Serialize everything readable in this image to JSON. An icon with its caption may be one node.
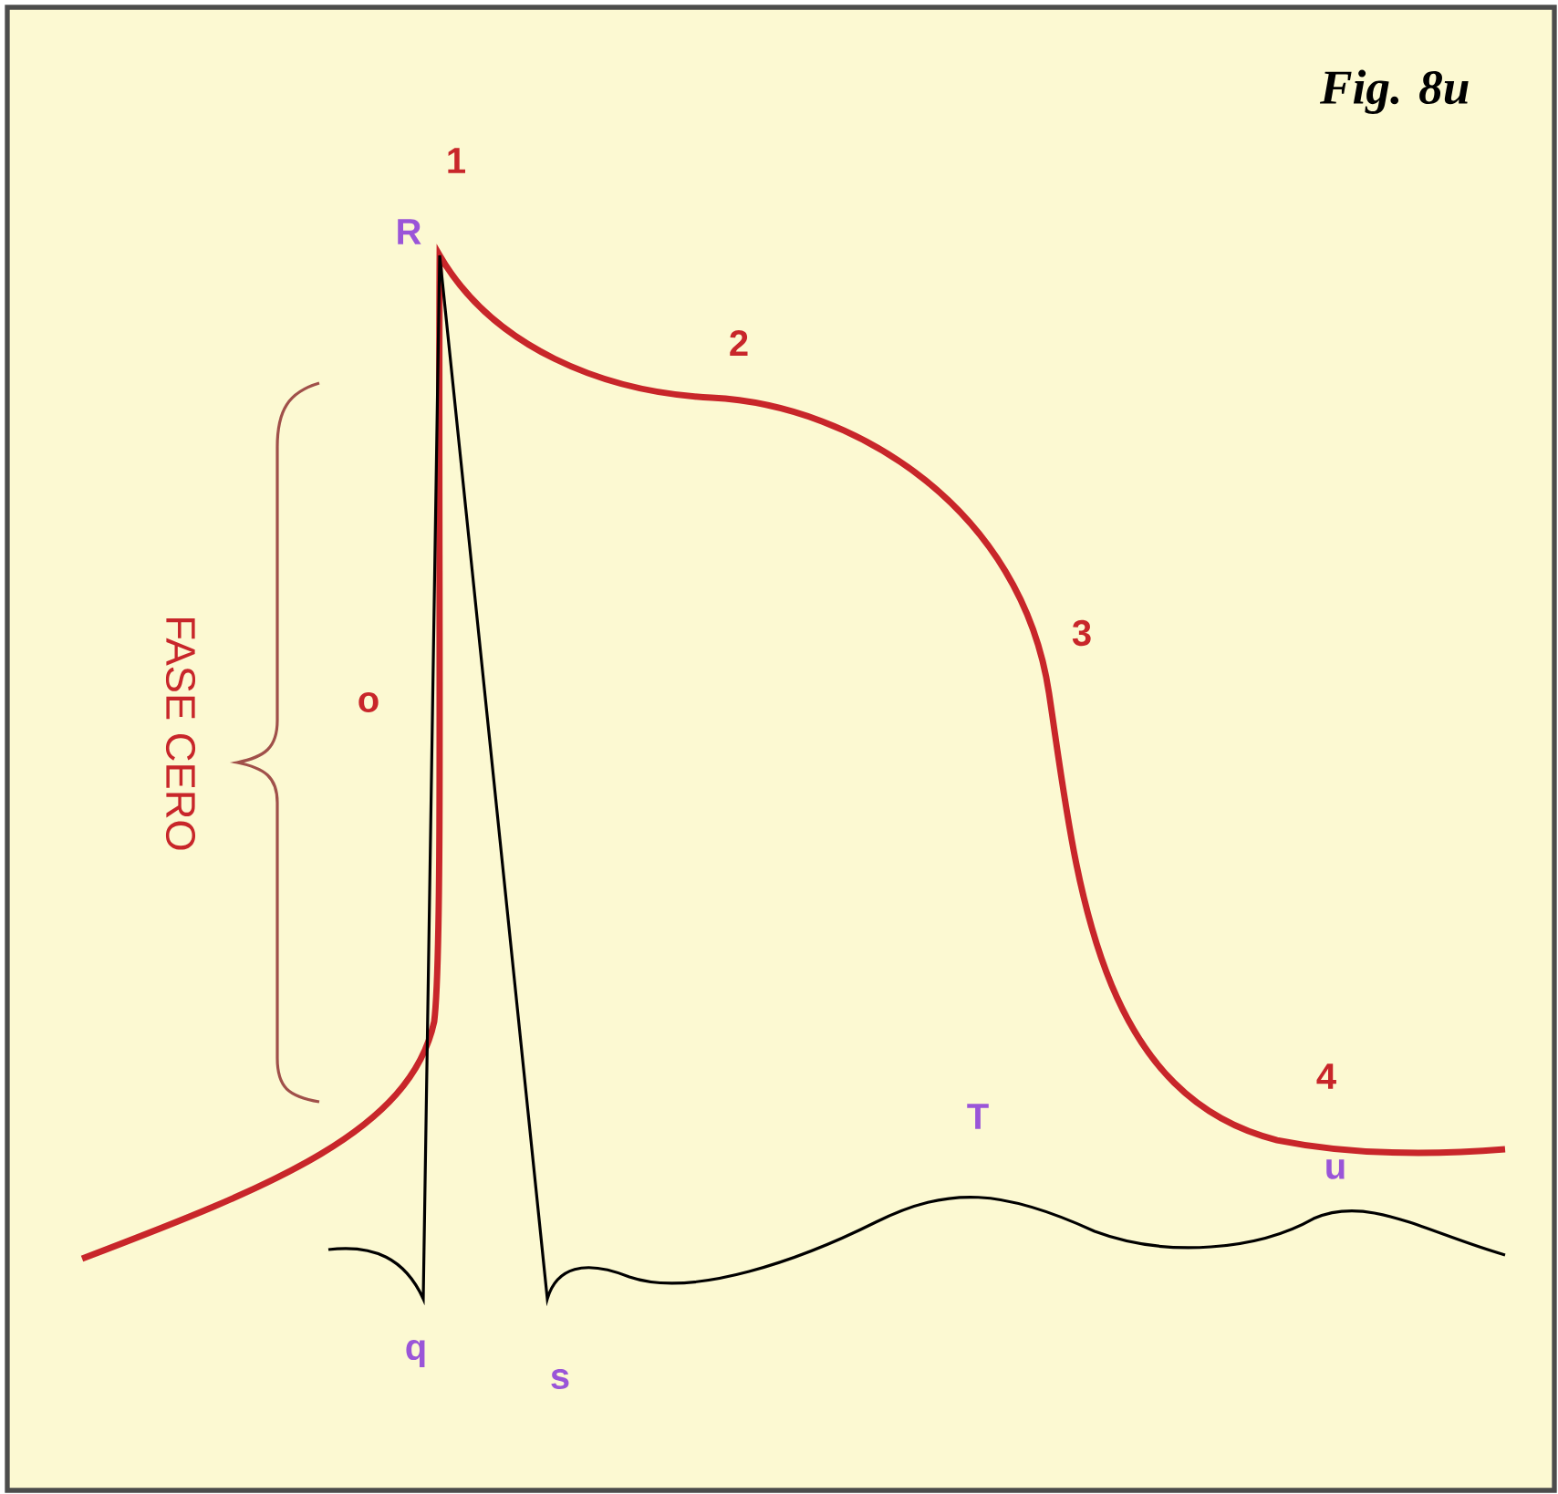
{
  "diagram": {
    "title": "Fig. 8u",
    "labels": [
      "1",
      "R",
      "2",
      "FASE CERO",
      "o",
      "3",
      "4",
      "T",
      "u",
      "q",
      "s"
    ]
  }
}
